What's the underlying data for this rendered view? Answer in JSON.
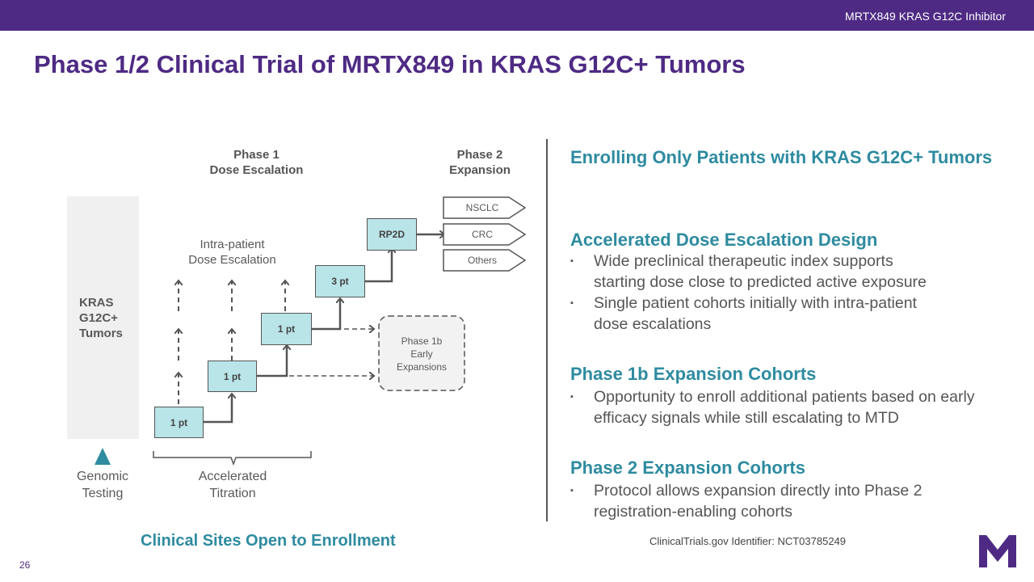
{
  "header": {
    "tagline": "MRTX849 KRAS G12C Inhibitor"
  },
  "slide": {
    "title": "Phase 1/2 Clinical Trial of MRTX849 in KRAS G12C+ Tumors",
    "page_number": "26"
  },
  "diagram": {
    "phase1": {
      "line1": "Phase 1",
      "line2": "Dose Escalation"
    },
    "phase2": {
      "line1": "Phase 2",
      "line2": "Expansion"
    },
    "kras": {
      "line1": "KRAS",
      "line2": "G12C+",
      "line3": "Tumors"
    },
    "intra_patient": {
      "line1": "Intra-patient",
      "line2": "Dose Escalation"
    },
    "steps": {
      "s1": "1 pt",
      "s2": "1 pt",
      "s3": "1 pt",
      "s4": "3 pt",
      "rp2d": "RP2D"
    },
    "expansions": [
      "NSCLC",
      "CRC",
      "Others"
    ],
    "phase1b": {
      "line1": "Phase 1b",
      "line2": "Early",
      "line3": "Expansions"
    },
    "genomic": {
      "line1": "Genomic",
      "line2": "Testing"
    },
    "accelerated": {
      "line1": "Accelerated",
      "line2": "Titration"
    },
    "colors": {
      "box_fill": "#b9e4e8",
      "marker": "#2e8ba0"
    }
  },
  "right": {
    "sections": [
      {
        "heading": "Enrolling Only Patients with KRAS G12C+ Tumors",
        "bullets": []
      },
      {
        "heading": "Accelerated Dose Escalation Design",
        "bullets": [
          "Wide preclinical therapeutic index supports starting dose close to predicted active exposure",
          "Single patient cohorts initially with intra-patient dose escalations"
        ]
      },
      {
        "heading": "Phase 1b Expansion Cohorts",
        "bullets": [
          "Opportunity to enroll additional patients based on early efficacy signals while still escalating to MTD"
        ]
      },
      {
        "heading": "Phase 2 Expansion Cohorts",
        "bullets": [
          "Protocol allows expansion directly into Phase 2 registration-enabling cohorts"
        ]
      }
    ]
  },
  "footer": {
    "sites": "Clinical Sites Open to Enrollment",
    "identifier": "ClinicalTrials.gov Identifier: NCT03785249"
  },
  "colors": {
    "purple": "#4e2a84",
    "teal": "#2e8ba0"
  }
}
